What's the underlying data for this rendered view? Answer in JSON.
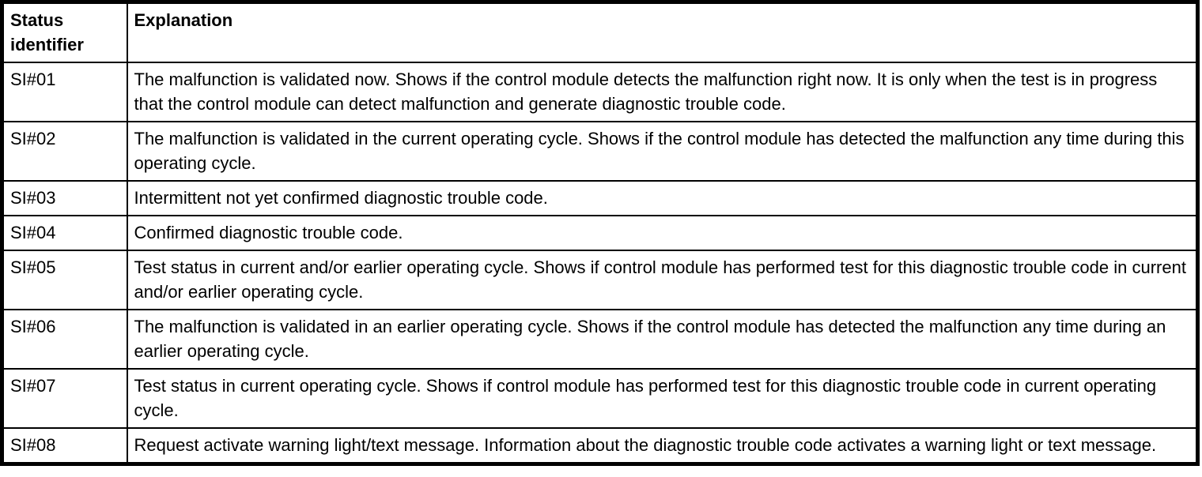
{
  "table": {
    "colors": {
      "border": "#000000",
      "background": "#ffffff",
      "text": "#000000"
    },
    "headers": {
      "status_identifier": "Status identifier",
      "explanation": "Explanation"
    },
    "rows": [
      {
        "id": "SI#01",
        "explanation": "The malfunction is validated now. Shows if the control module detects the malfunction right now. It is only when the test is in progress that the control module can detect malfunction and generate diagnostic trouble code."
      },
      {
        "id": "SI#02",
        "explanation": "The malfunction is validated in the current operating cycle. Shows if the control module has detected the malfunction any time during this operating cycle."
      },
      {
        "id": "SI#03",
        "explanation": "Intermittent not yet confirmed diagnostic trouble code."
      },
      {
        "id": "SI#04",
        "explanation": "Confirmed diagnostic trouble code."
      },
      {
        "id": "SI#05",
        "explanation": "Test status in current and/or earlier operating cycle. Shows if control module has performed test for this diagnostic trouble code in current and/or earlier operating cycle."
      },
      {
        "id": "SI#06",
        "explanation": "The malfunction is validated in an earlier operating cycle. Shows if the control module has detected the malfunction any time during an earlier operating cycle."
      },
      {
        "id": "SI#07",
        "explanation": "Test status in current operating cycle. Shows if control module has performed test for this diagnostic trouble code in current operating cycle."
      },
      {
        "id": "SI#08",
        "explanation": "Request activate warning light/text message. Information about the diagnostic trouble code activates a warning light or text message."
      }
    ]
  }
}
